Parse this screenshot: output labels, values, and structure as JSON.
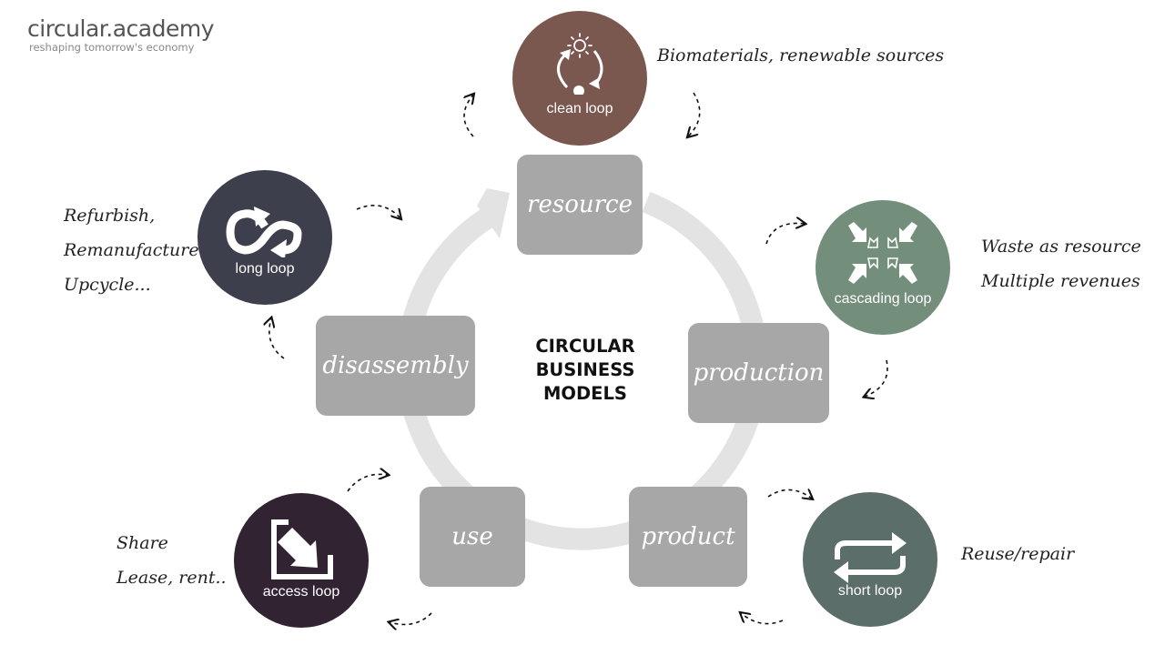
{
  "logo": {
    "brand": "circular.academy",
    "tagline": "reshaping tomorrow's economy"
  },
  "center": {
    "line1": "CIRCULAR",
    "line2": "BUSINESS",
    "line3": "MODELS"
  },
  "stages": {
    "resource": "resource",
    "production": "production",
    "product": "product",
    "use": "use",
    "disassembly": "disassembly"
  },
  "loops": {
    "clean": {
      "label": "clean loop",
      "color": "#7a5850",
      "icon": "sun-cycle-icon"
    },
    "cascading": {
      "label": "cascading loop",
      "color": "#738f7c",
      "icon": "converging-arrows-icon"
    },
    "short": {
      "label": "short loop",
      "color": "#5c6e6a",
      "icon": "repeat-icon"
    },
    "access": {
      "label": "access loop",
      "color": "#322333",
      "icon": "access-arrow-icon"
    },
    "long": {
      "label": "long loop",
      "color": "#3e3f4c",
      "icon": "loop-arrows-icon"
    }
  },
  "notes": {
    "clean": "Biomaterials, renewable sources",
    "cascading_1": "Waste as resource",
    "cascading_2": "Multiple revenues",
    "short": "Reuse/repair",
    "access_1": "Share",
    "access_2": "Lease, rent..",
    "long_1": "Refurbish,",
    "long_2": "Remanufacture",
    "long_3": "Upcycle..."
  },
  "colors": {
    "stage_box": "#a7a7a7",
    "ring": "#e3e3e3",
    "text_dark": "#222222"
  }
}
